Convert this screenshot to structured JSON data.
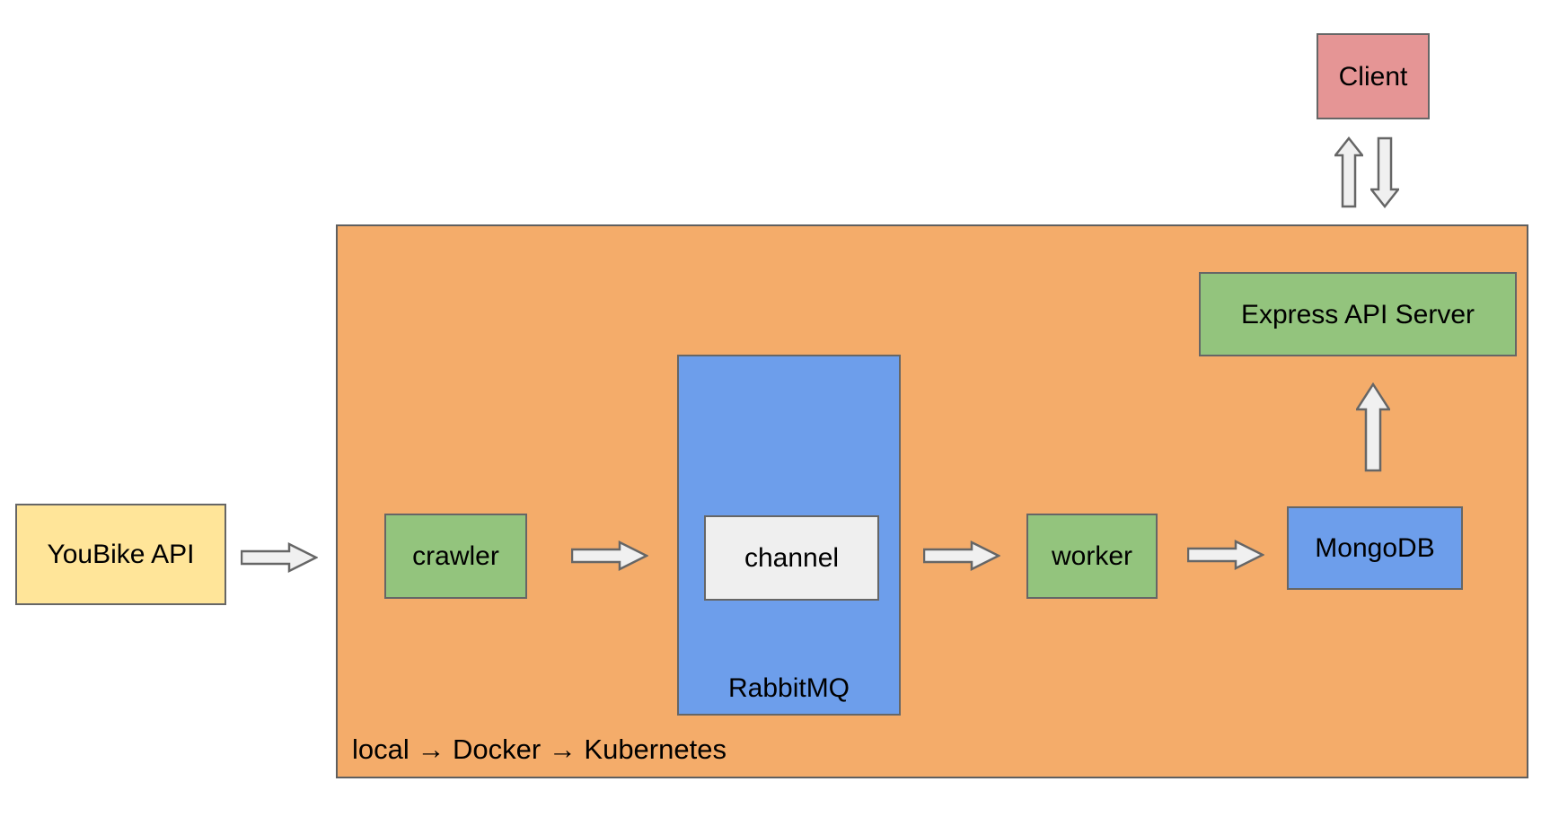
{
  "diagram": {
    "nodes": {
      "youbike": {
        "label": "YouBike API"
      },
      "crawler": {
        "label": "crawler"
      },
      "rabbitmq": {
        "label": "RabbitMQ"
      },
      "channel": {
        "label": "channel"
      },
      "worker": {
        "label": "worker"
      },
      "mongodb": {
        "label": "MongoDB"
      },
      "express": {
        "label": "Express API Server"
      },
      "client": {
        "label": "Client"
      }
    },
    "container": {
      "caption": "local → Docker → Kubernetes"
    },
    "edges": [
      {
        "from": "YouBike API",
        "to": "crawler"
      },
      {
        "from": "crawler",
        "to": "channel"
      },
      {
        "from": "channel",
        "to": "worker"
      },
      {
        "from": "worker",
        "to": "MongoDB"
      },
      {
        "from": "MongoDB",
        "to": "Express API Server"
      },
      {
        "from": "deployment-container",
        "to": "Client"
      },
      {
        "from": "Client",
        "to": "deployment-container"
      }
    ],
    "colors": {
      "background": "#ffffff",
      "container_fill": "#f4ac6a",
      "node_green": "#93c47d",
      "node_blue": "#6d9eeb",
      "node_yellow": "#ffe599",
      "node_pink": "#e59595",
      "channel_fill": "#efefef",
      "arrow_fill": "#f0f0f0",
      "border": "#666666",
      "text": "#000000"
    }
  }
}
